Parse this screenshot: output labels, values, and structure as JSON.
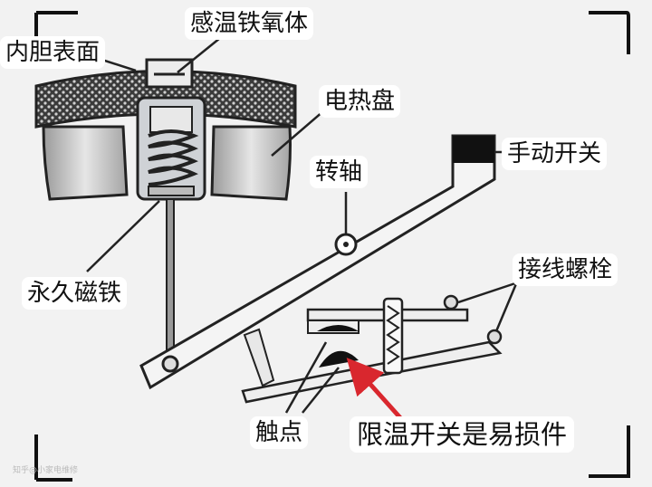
{
  "labels": {
    "inner_surface": "内胆表面",
    "thermo_ferrite": "感温铁氧体",
    "heating_plate": "电热盘",
    "pivot": "转轴",
    "manual_switch": "手动开关",
    "permanent_magnet": "永久磁铁",
    "terminal_screw": "接线螺栓",
    "contacts": "触点",
    "caption": "限温开关是易损件"
  },
  "watermark": "知乎@小家电维修",
  "colors": {
    "background": "#f2f2f2",
    "line": "#222222",
    "arrow": "#d9272e",
    "label_bg": "#ffffff"
  }
}
